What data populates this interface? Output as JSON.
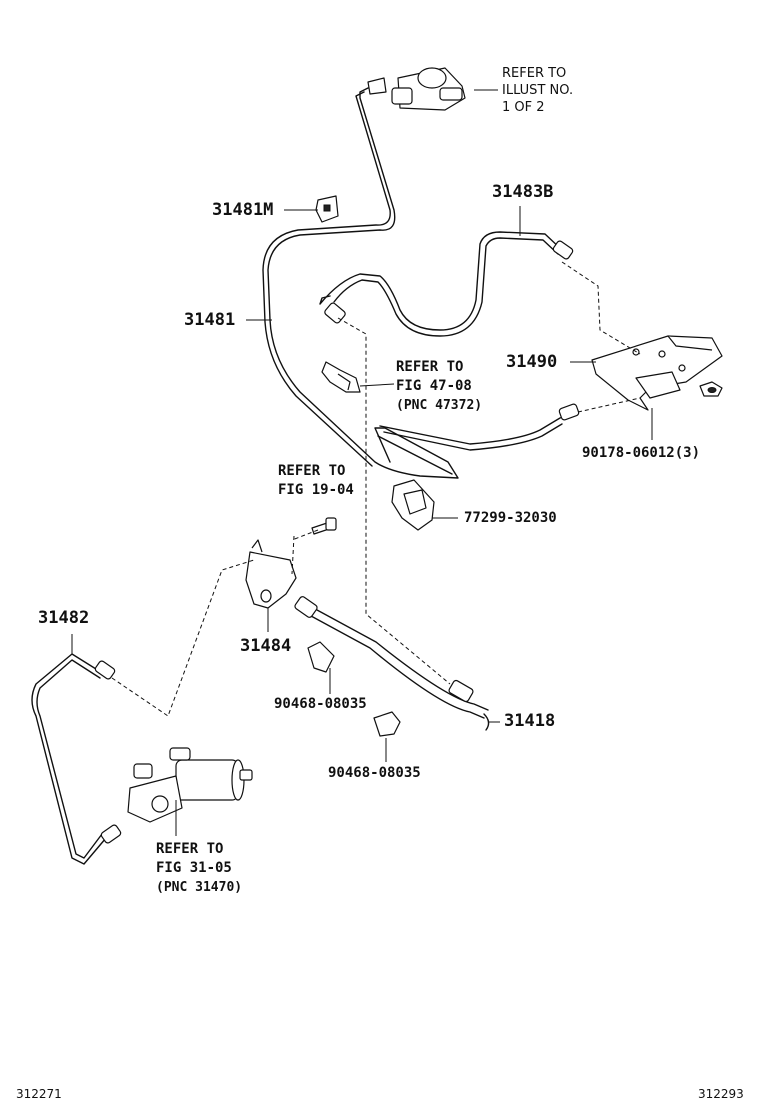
{
  "labels": {
    "ref_illust": [
      "REFER TO",
      "ILLUST NO.",
      "1 OF 2"
    ],
    "p31481M": "31481M",
    "p31483B": "31483B",
    "p31481": "31481",
    "p31490": "31490",
    "ref_fig4708": [
      "REFER TO",
      "FIG 47-08",
      "(PNC 47372)"
    ],
    "p90178": "90178-06012(3)",
    "ref_fig1904": [
      "REFER TO",
      "FIG 19-04"
    ],
    "p77299": "77299-32030",
    "p31482": "31482",
    "p31484": "31484",
    "p90468a": "90468-08035",
    "p31418": "31418",
    "p90468b": "90468-08035",
    "ref_fig3105": [
      "REFER TO",
      "FIG 31-05",
      "(PNC 31470)"
    ]
  },
  "footer": {
    "left_code": "312271",
    "right_code": "312293"
  }
}
